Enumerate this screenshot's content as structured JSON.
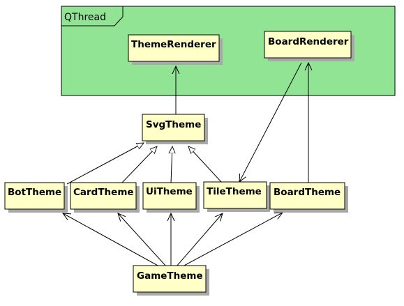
{
  "colors": {
    "package_fill": "#90e493",
    "class_fill": "#ffffc8",
    "shadow": "#a8a8a8",
    "line": "#000000"
  },
  "package": {
    "label": "QThread"
  },
  "classes": {
    "theme_renderer": "ThemeRenderer",
    "board_renderer": "BoardRenderer",
    "svg_theme": "SvgTheme",
    "bot_theme": "BotTheme",
    "card_theme": "CardTheme",
    "ui_theme": "UiTheme",
    "tile_theme": "TileTheme",
    "board_theme": "BoardTheme",
    "game_theme": "GameTheme"
  }
}
